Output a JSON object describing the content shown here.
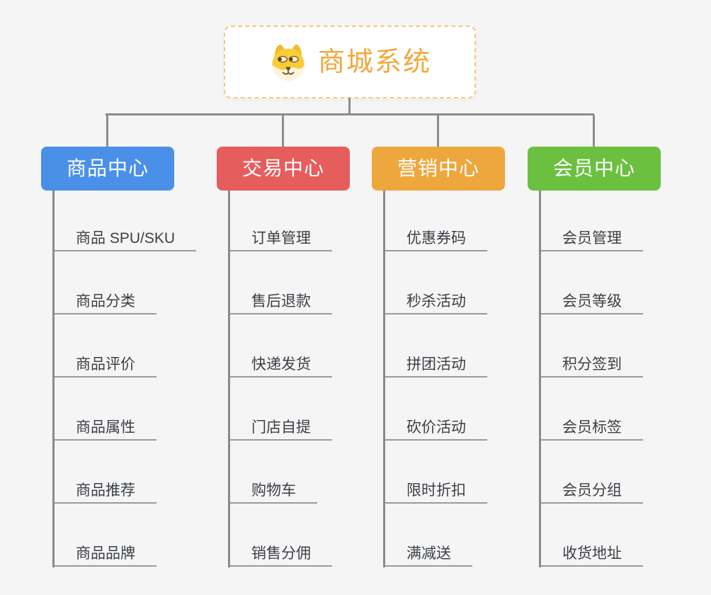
{
  "page": {
    "background_color": "#f5f5f5",
    "connector_color": "#8c8c8c"
  },
  "root": {
    "label": "商城系统",
    "text_color": "#f0a93d",
    "border_color": "#f3c87f",
    "icon": "doge-face-icon"
  },
  "branches": [
    {
      "label": "商品中心",
      "color": "#4a90e8",
      "children": [
        "商品 SPU/SKU",
        "商品分类",
        "商品评价",
        "商品属性",
        "商品推荐",
        "商品品牌"
      ]
    },
    {
      "label": "交易中心",
      "color": "#e65d5d",
      "children": [
        "订单管理",
        "售后退款",
        "快递发货",
        "门店自提",
        "购物车",
        "销售分佣"
      ]
    },
    {
      "label": "营销中心",
      "color": "#eda73d",
      "children": [
        "优惠券码",
        "秒杀活动",
        "拼团活动",
        "砍价活动",
        "限时折扣",
        "满减送"
      ]
    },
    {
      "label": "会员中心",
      "color": "#6bc13f",
      "children": [
        "会员管理",
        "会员等级",
        "积分签到",
        "会员标签",
        "会员分组",
        "收货地址"
      ]
    }
  ]
}
